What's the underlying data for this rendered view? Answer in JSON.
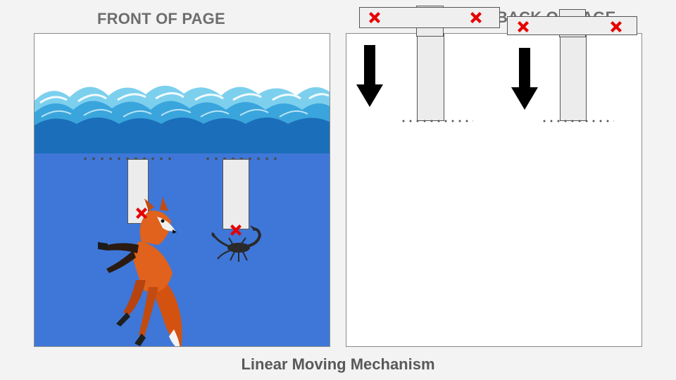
{
  "front_heading": "FRONT OF PAGE",
  "back_heading": "BACK OF PAGE",
  "caption": "Linear Moving Mechanism",
  "colors": {
    "ocean": "#3e77d8",
    "wave_light": "#6cc6e8",
    "wave_mid": "#3aa0d8",
    "wave_deep": "#1a6fb8",
    "x_mark": "#e60000",
    "fox": "#e05a17"
  },
  "icons": [
    "fox-figure",
    "scorpion-figure",
    "cross-mark-icon",
    "down-arrow-icon"
  ]
}
